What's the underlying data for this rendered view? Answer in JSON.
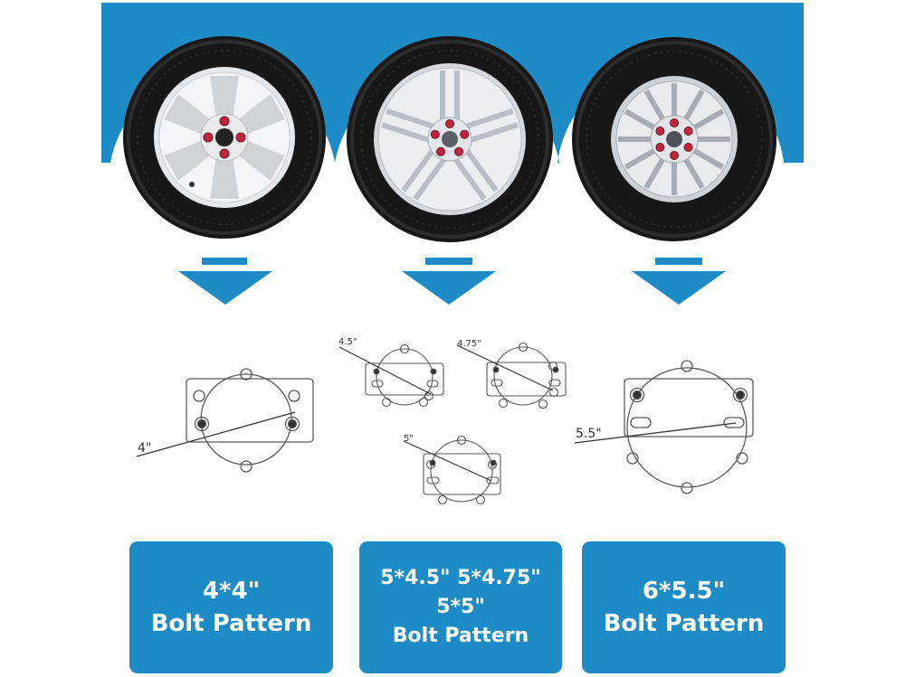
{
  "colors": {
    "brand_blue": "#1d8cc6",
    "tire": "#1a1a1a",
    "rim": "#d9dde2",
    "lug": "#c0243a",
    "line": "#5a5a5a"
  },
  "wheels": [
    {
      "name": "six-spoke-wheel",
      "lugs": 4
    },
    {
      "name": "double-spoke-wheel",
      "lugs": 5
    },
    {
      "name": "multi-spoke-wheel",
      "lugs": 6
    }
  ],
  "diagrams": {
    "d1": {
      "label": "4\""
    },
    "d2a": {
      "label": "4.5\""
    },
    "d2b": {
      "label": "4.75\""
    },
    "d2c": {
      "label": "5\""
    },
    "d3": {
      "label": "5.5\""
    }
  },
  "cards": {
    "c1": {
      "line1": "4*4\"",
      "line2": "Bolt Pattern"
    },
    "c2": {
      "line1": "5*4.5\" 5*4.75\"",
      "line2": "5*5\"",
      "line3": "Bolt Pattern"
    },
    "c3": {
      "line1": "6*5.5\"",
      "line2": "Bolt Pattern"
    }
  }
}
